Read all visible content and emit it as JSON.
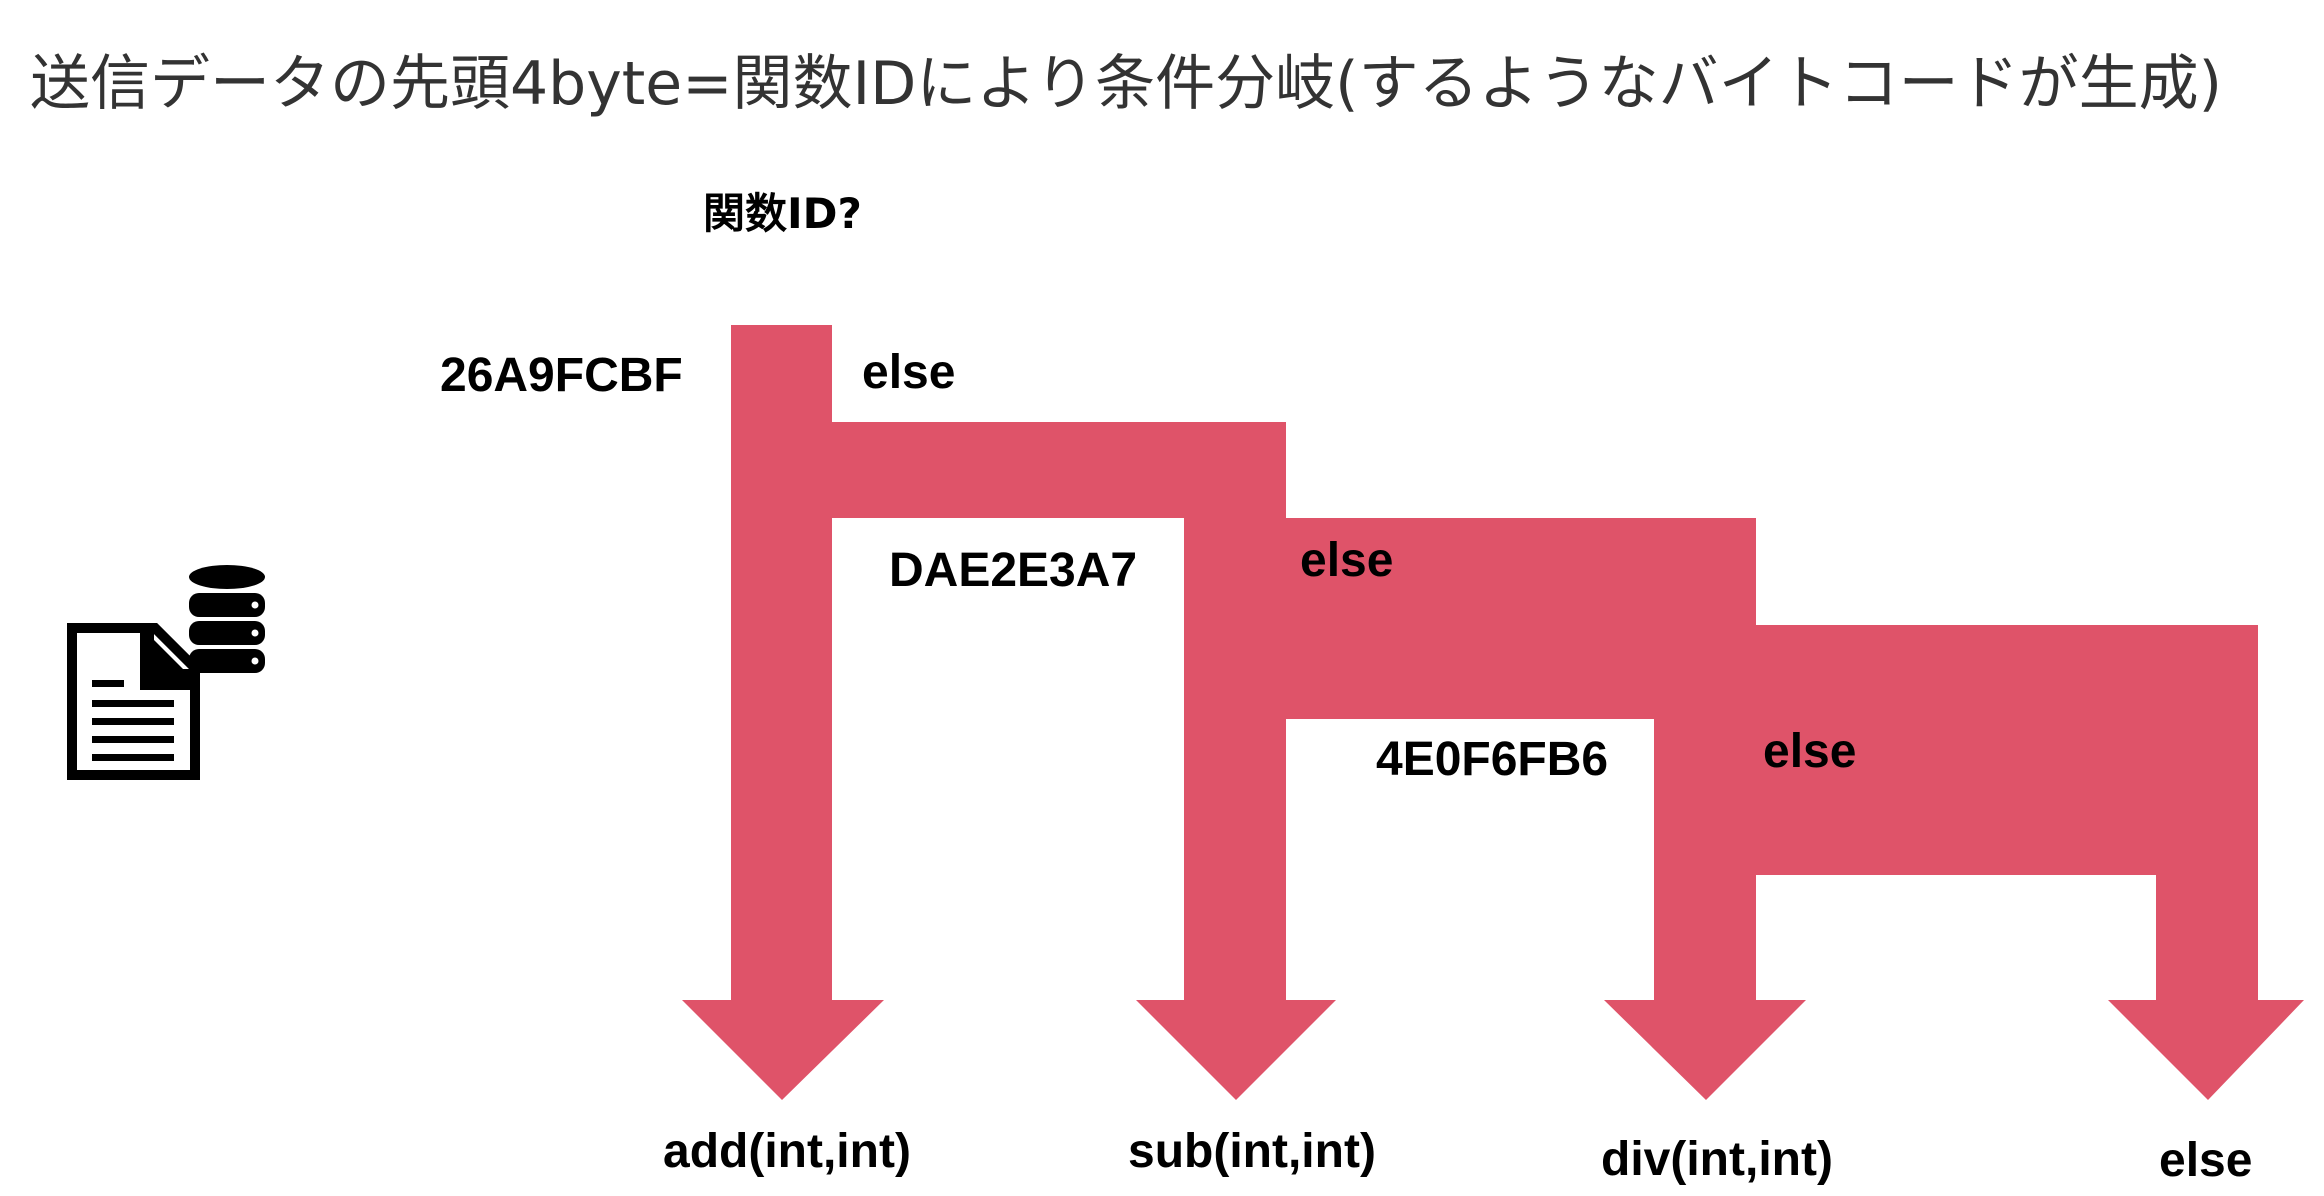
{
  "title": "送信データの先頭4byte=関数IDにより条件分岐(するようなバイトコードが生成)",
  "diagram": {
    "question": "関数ID?",
    "flow_color": "#DF5369",
    "branches": [
      {
        "id_label": "26A9FCBF",
        "else_label": "else",
        "target": "add(int,int)"
      },
      {
        "id_label": "DAE2E3A7",
        "else_label": "else",
        "target": "sub(int,int)"
      },
      {
        "id_label": "4E0F6FB6",
        "else_label": "else",
        "target": "div(int,int)"
      }
    ],
    "final_target": "else",
    "icon": "document-database-icon"
  }
}
